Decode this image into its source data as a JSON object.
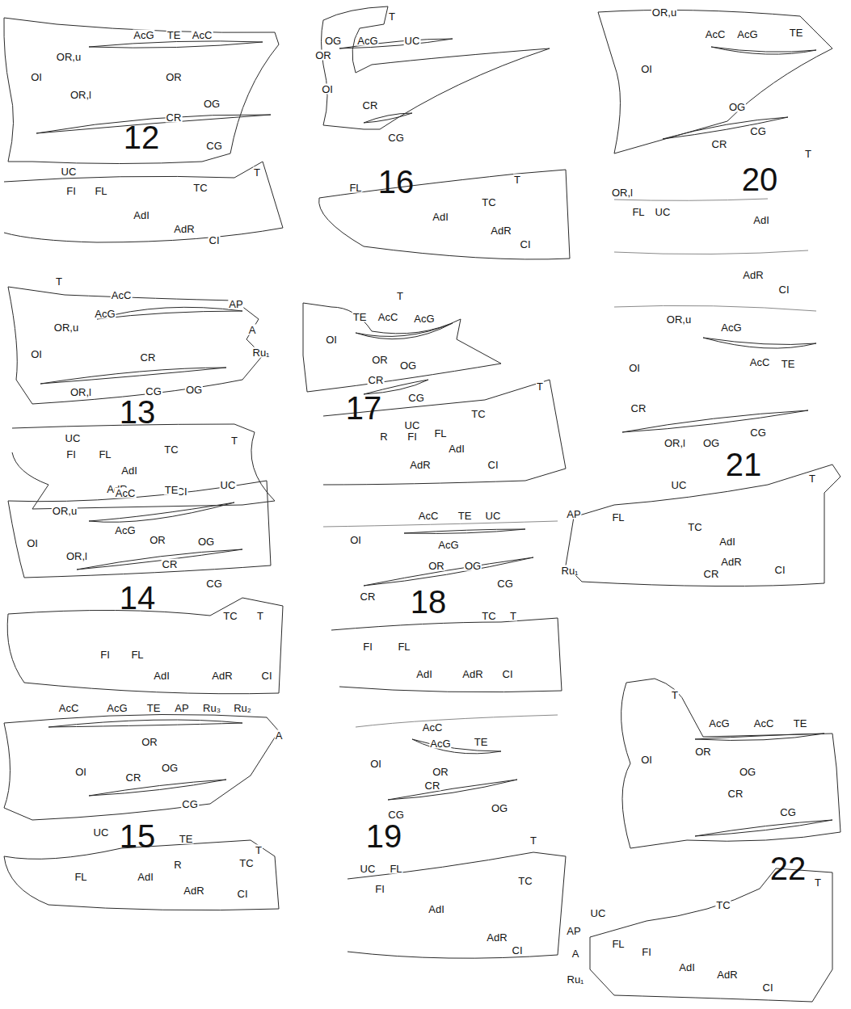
{
  "diagram": {
    "labels": [
      "AcG",
      "TE",
      "AcC",
      "OR,u",
      "OI",
      "OR",
      "OR,l",
      "CR",
      "OG",
      "CG",
      "12",
      "UC",
      "FI",
      "FL",
      "TC",
      "T",
      "AdI",
      "AdR",
      "CI",
      "T",
      "AcC",
      "AP",
      "AcG",
      "A",
      "OR,u",
      "OI",
      "CR",
      "Ru₁",
      "CG",
      "OG",
      "OR,l",
      "13",
      "UC",
      "FI",
      "FL",
      "TC",
      "T",
      "AdI",
      "AdR",
      "CI",
      "AcC",
      "TE",
      "UC",
      "OR,u",
      "AcG",
      "OI",
      "OR",
      "OR,l",
      "OG",
      "CR",
      "CG",
      "14",
      "TC",
      "T",
      "FI",
      "FL",
      "AdI",
      "AdR",
      "CI",
      "AcC",
      "AcG",
      "TE",
      "AP",
      "Ru₃",
      "Ru₂",
      "A",
      "OR",
      "OI",
      "OG",
      "CR",
      "CG",
      "15",
      "UC",
      "TE",
      "T",
      "R",
      "TC",
      "FL",
      "AdI",
      "AdR",
      "CI",
      "T",
      "OG",
      "AcG",
      "UC",
      "OR",
      "OI",
      "CR",
      "CG",
      "16",
      "FL",
      "T",
      "TC",
      "AdI",
      "AdR",
      "CI",
      "T",
      "TE",
      "AcC",
      "AcG",
      "OI",
      "OR",
      "OG",
      "CR",
      "CG",
      "17",
      "T",
      "UC",
      "TC",
      "R",
      "FI",
      "FL",
      "AdI",
      "AdR",
      "CI",
      "AcC",
      "TE",
      "UC",
      "OI",
      "AcG",
      "OR",
      "OG",
      "CR",
      "CG",
      "18",
      "TC",
      "T",
      "FI",
      "FL",
      "AdI",
      "AdR",
      "CI",
      "AcC",
      "AcG",
      "TE",
      "OI",
      "OR",
      "CR",
      "OG",
      "CG",
      "19",
      "T",
      "UC",
      "FL",
      "TC",
      "FI",
      "AdI",
      "AdR",
      "CI",
      "OR,u",
      "AcC",
      "AcG",
      "TE",
      "OI",
      "OG",
      "CR",
      "CG",
      "20",
      "OR,l",
      "T",
      "FL",
      "UC",
      "AdI",
      "AdR",
      "CI",
      "OR,u",
      "AcG",
      "AcC",
      "TE",
      "OI",
      "CR",
      "OR,l",
      "OG",
      "CG",
      "21",
      "T",
      "UC",
      "AP",
      "FL",
      "TC",
      "AdI",
      "Ru₁",
      "AdR",
      "CR",
      "CI",
      "T",
      "AcG",
      "AcC",
      "TE",
      "OI",
      "OR",
      "OG",
      "CR",
      "CG",
      "22",
      "T",
      "UC",
      "TC",
      "AP",
      "FL",
      "FI",
      "A",
      "AdI",
      "AdR",
      "Ru₁",
      "CI"
    ]
  }
}
